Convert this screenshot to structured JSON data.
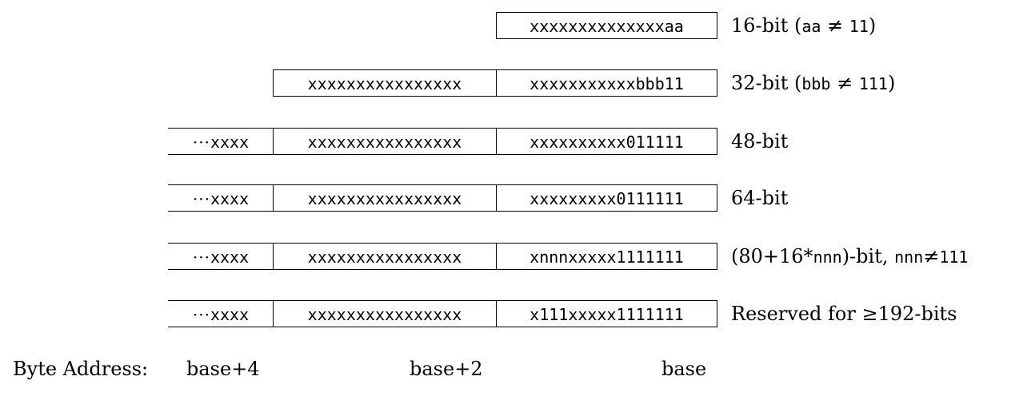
{
  "formats": [
    {
      "ext": "",
      "upper": "",
      "lower": "xxxxxxxxxxxxxxaa",
      "desc_prefix": "16-bit (",
      "desc_mono1": "aa",
      "desc_op": " ≠ ",
      "desc_mono2": "11",
      "desc_suffix": ")"
    },
    {
      "ext": "",
      "upper": "xxxxxxxxxxxxxxxx",
      "lower": "xxxxxxxxxxxbbb11",
      "desc_prefix": "32-bit (",
      "desc_mono1": "bbb",
      "desc_op": " ≠ ",
      "desc_mono2": "111",
      "desc_suffix": ")"
    },
    {
      "ext_dots": "···",
      "ext": "xxxx",
      "upper": "xxxxxxxxxxxxxxxx",
      "lower": "xxxxxxxxxx011111",
      "desc": "48-bit"
    },
    {
      "ext_dots": "···",
      "ext": "xxxx",
      "upper": "xxxxxxxxxxxxxxxx",
      "lower": "xxxxxxxxx0111111",
      "desc": "64-bit"
    },
    {
      "ext_dots": "···",
      "ext": "xxxx",
      "upper": "xxxxxxxxxxxxxxxx",
      "lower": "xnnnxxxxx1111111",
      "desc_prefix": "(80+16*",
      "desc_mono1": "nnn",
      "desc_mid": ")-bit, ",
      "desc_mono2": "nnn",
      "desc_op": "≠",
      "desc_mono3": "111"
    },
    {
      "ext_dots": "···",
      "ext": "xxxx",
      "upper": "xxxxxxxxxxxxxxxx",
      "lower": "x111xxxxx1111111",
      "desc": "Reserved for ≥192-bits"
    }
  ],
  "address_row": {
    "label": "Byte Address:",
    "col_ext": "base+4",
    "col_upper": "base+2",
    "col_lower": "base"
  }
}
